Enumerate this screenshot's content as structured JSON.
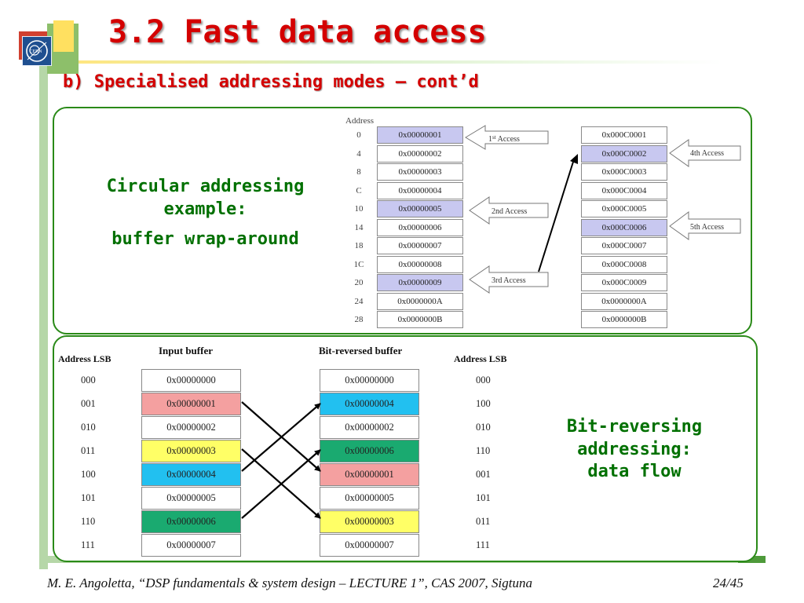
{
  "slide": {
    "title": "3.2 Fast data access",
    "subtitle": "b) Specialised addressing modes – cont’d",
    "footer": "M. E. Angoletta, “DSP fundamentals & system design – LECTURE 1”, CAS 2007, Sigtuna",
    "page_number": "24/45",
    "logo_text": "CERN",
    "colors": {
      "title": "#d40000",
      "frame": "#2a8a18",
      "caption": "#007000",
      "highlight_blue": "#c8c8f0"
    }
  },
  "circular": {
    "caption_line1": "Circular addressing",
    "caption_line2": "example:",
    "caption_line3": "buffer wrap-around",
    "address_header": "Address",
    "addresses": [
      "0",
      "4",
      "8",
      "C",
      "10",
      "14",
      "18",
      "1C",
      "20",
      "24",
      "28"
    ],
    "buffer_left": [
      "0x00000001",
      "0x00000002",
      "0x00000003",
      "0x00000004",
      "0x00000005",
      "0x00000006",
      "0x00000007",
      "0x00000008",
      "0x00000009",
      "0x0000000A",
      "0x0000000B"
    ],
    "buffer_right": [
      "0x000C0001",
      "0x000C0002",
      "0x000C0003",
      "0x000C0004",
      "0x000C0005",
      "0x000C0006",
      "0x000C0007",
      "0x000C0008",
      "0x000C0009",
      "0x0000000A",
      "0x0000000B"
    ],
    "highlight_left": [
      0,
      4,
      8
    ],
    "highlight_right": [
      1,
      5
    ],
    "access_1_main": "1",
    "access_1_sup": "st",
    "access_1_rest": " Access",
    "access_2": "2nd Access",
    "access_3": "3rd Access",
    "access_4": "4th Access",
    "access_5": "5th Access"
  },
  "bitrev": {
    "caption_line1": "Bit-reversing",
    "caption_line2": "addressing:",
    "caption_line3": "data flow",
    "input_header": "Input buffer",
    "output_header": "Bit-reversed buffer",
    "lsb_header_left": "Address LSB",
    "lsb_header_right": "Address LSB",
    "lsb_left": [
      "000",
      "001",
      "010",
      "011",
      "100",
      "101",
      "110",
      "111"
    ],
    "lsb_right": [
      "000",
      "100",
      "010",
      "110",
      "001",
      "101",
      "011",
      "111"
    ],
    "input": [
      {
        "value": "0x00000000",
        "color": "#ffffff"
      },
      {
        "value": "0x00000001",
        "color": "#f4a0a0"
      },
      {
        "value": "0x00000002",
        "color": "#ffffff"
      },
      {
        "value": "0x00000003",
        "color": "#ffff66"
      },
      {
        "value": "0x00000004",
        "color": "#22c0f0"
      },
      {
        "value": "0x00000005",
        "color": "#ffffff"
      },
      {
        "value": "0x00000006",
        "color": "#1aaa70"
      },
      {
        "value": "0x00000007",
        "color": "#ffffff"
      }
    ],
    "output": [
      {
        "value": "0x00000000",
        "color": "#ffffff"
      },
      {
        "value": "0x00000004",
        "color": "#22c0f0"
      },
      {
        "value": "0x00000002",
        "color": "#ffffff"
      },
      {
        "value": "0x00000006",
        "color": "#1aaa70"
      },
      {
        "value": "0x00000001",
        "color": "#f4a0a0"
      },
      {
        "value": "0x00000005",
        "color": "#ffffff"
      },
      {
        "value": "0x00000003",
        "color": "#ffff66"
      },
      {
        "value": "0x00000007",
        "color": "#ffffff"
      }
    ]
  }
}
